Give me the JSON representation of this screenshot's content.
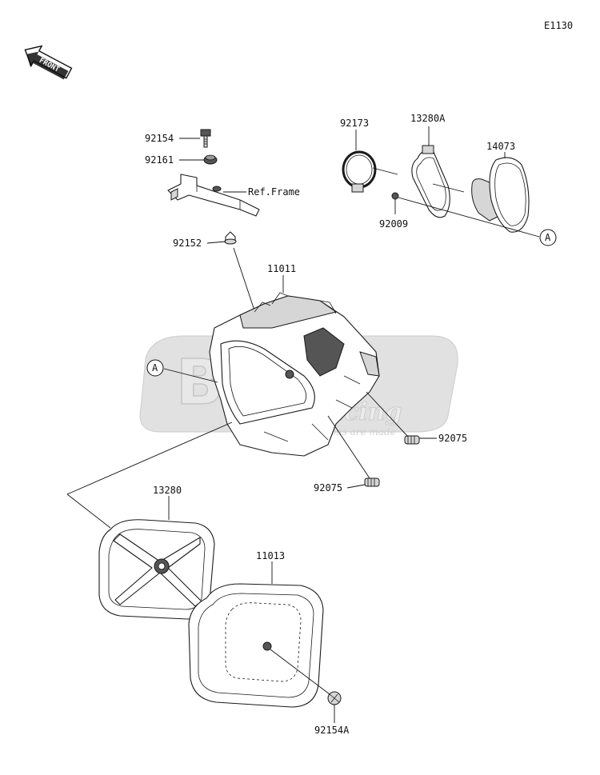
{
  "diagram_code": "E1130",
  "front_label": "FRONT",
  "ref_frame": "Ref.Frame",
  "watermark": {
    "main": "BBG",
    "sub": "Racing",
    "tagline": "Where Champions are made"
  },
  "parts": {
    "p92154": "92154",
    "p92161": "92161",
    "p92152": "92152",
    "p92173": "92173",
    "p13280A": "13280A",
    "p14073": "14073",
    "p92009": "92009",
    "p11011": "11011",
    "p92075_right": "92075",
    "p92075_lower": "92075",
    "p13280": "13280",
    "p11013": "11013",
    "p92154A": "92154A"
  },
  "refs": {
    "a_right": "A",
    "a_left": "A"
  }
}
